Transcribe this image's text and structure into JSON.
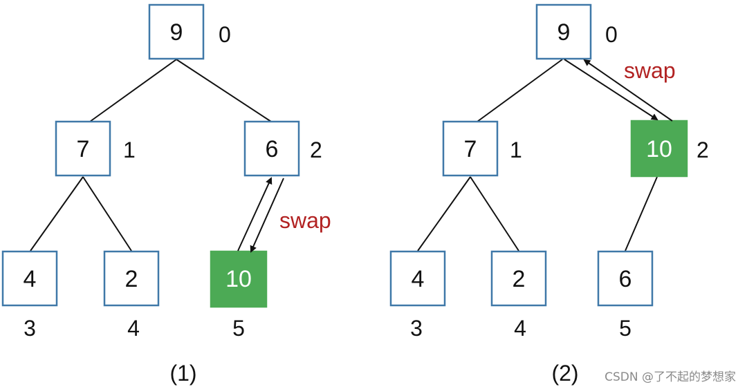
{
  "diagrams": [
    {
      "caption": "(1)",
      "nodes": [
        {
          "value": "9",
          "index": "0",
          "highlight": false
        },
        {
          "value": "7",
          "index": "1",
          "highlight": false
        },
        {
          "value": "6",
          "index": "2",
          "highlight": false
        },
        {
          "value": "4",
          "index": "3",
          "highlight": false
        },
        {
          "value": "2",
          "index": "4",
          "highlight": false
        },
        {
          "value": "10",
          "index": "5",
          "highlight": true
        }
      ],
      "swap_label": "swap",
      "swap_between": [
        "2",
        "5"
      ]
    },
    {
      "caption": "(2)",
      "nodes": [
        {
          "value": "9",
          "index": "0",
          "highlight": false
        },
        {
          "value": "7",
          "index": "1",
          "highlight": false
        },
        {
          "value": "10",
          "index": "2",
          "highlight": true
        },
        {
          "value": "4",
          "index": "3",
          "highlight": false
        },
        {
          "value": "2",
          "index": "4",
          "highlight": false
        },
        {
          "value": "6",
          "index": "5",
          "highlight": false
        }
      ],
      "swap_label": "swap",
      "swap_between": [
        "0",
        "2"
      ]
    }
  ],
  "watermark": "CSDN @了不起的梦想家",
  "colors": {
    "highlight": "#4caa55",
    "border": "#3f78a8",
    "swap_text": "#b22222"
  }
}
